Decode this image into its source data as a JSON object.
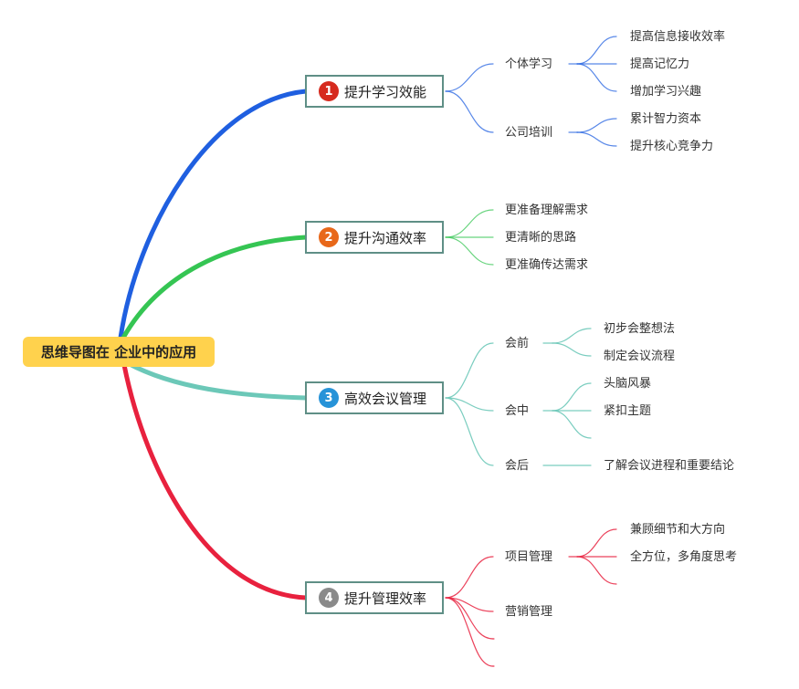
{
  "root": {
    "text": "思维导图在 企业中的应用"
  },
  "branches": [
    {
      "id": "b1",
      "badge": "1",
      "text": "提升学习效能",
      "color": "#1f5fe0",
      "badge_color": "#d62a1e",
      "children": [
        {
          "text": "个体学习",
          "children": [
            "提高信息接收效率",
            "提高记忆力",
            "增加学习兴趣"
          ]
        },
        {
          "text": "公司培训",
          "children": [
            "累计智力资本",
            "提升核心竞争力"
          ]
        }
      ]
    },
    {
      "id": "b2",
      "badge": "2",
      "text": "提升沟通效率",
      "color": "#35c553",
      "badge_color": "#e8681a",
      "children": [
        {
          "text": "更准备理解需求"
        },
        {
          "text": "更清晰的思路"
        },
        {
          "text": "更准确传达需求"
        }
      ]
    },
    {
      "id": "b3",
      "badge": "3",
      "text": "高效会议管理",
      "color": "#6cc8b8",
      "badge_color": "#2793d8",
      "children": [
        {
          "text": "会前",
          "children": [
            "初步会整想法",
            "制定会议流程"
          ]
        },
        {
          "text": "会中",
          "children": [
            "头脑风暴",
            "紧扣主题",
            ""
          ]
        },
        {
          "text": "会后",
          "children": [
            "了解会议进程和重要结论"
          ]
        }
      ]
    },
    {
      "id": "b4",
      "badge": "4",
      "text": "提升管理效率",
      "color": "#e8213e",
      "badge_color": "#8a8a8a",
      "children": [
        {
          "text": "项目管理",
          "children": [
            "兼顾细节和大方向",
            "全方位，多角度思考",
            ""
          ]
        },
        {
          "text": "营销管理"
        },
        {
          "text": ""
        },
        {
          "text": ""
        }
      ]
    }
  ]
}
